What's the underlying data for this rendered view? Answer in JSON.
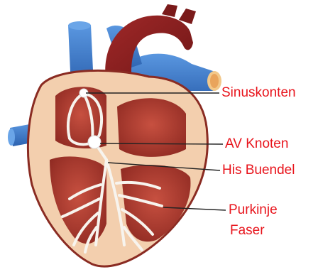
{
  "labels": {
    "sinus_node": "Sinuskonten",
    "av_node": "AV Knoten",
    "his_bundle": "His Buendel",
    "purkinje_line1": "Purkinje",
    "purkinje_line2": "Faser"
  },
  "colors": {
    "label_text": "#e8141c",
    "leader_line": "#222222",
    "myocardium": "#f3cfae",
    "chamber_red": "#a8342c",
    "aorta_red": "#8c1f1f",
    "vein_blue": "#3a78c8",
    "conduction_white": "#f7f4ee"
  }
}
